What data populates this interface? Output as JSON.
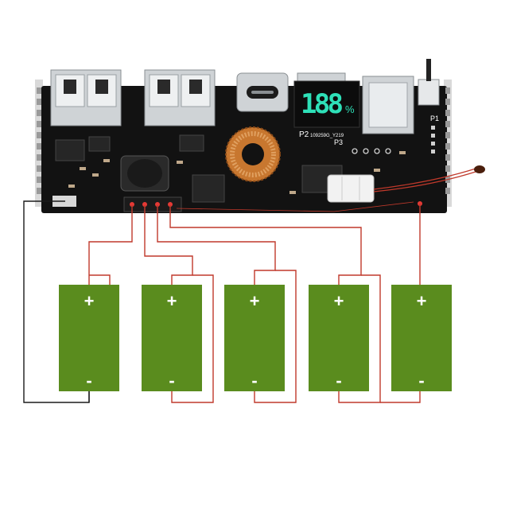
{
  "board": {
    "display_digits": "188",
    "display_unit": "%",
    "label_p1": "P1",
    "label_p2": "P2",
    "label_p2_code": "109259G_Y219",
    "label_p3": "P3"
  },
  "colors": {
    "board": "#111111",
    "wire_red": "#c0392b",
    "wire_black": "#1a1a1a",
    "battery": "#5a8c1e",
    "copper": "#c8772f",
    "display": "#2ee0b8"
  },
  "batteries": [
    {
      "plus": "+",
      "minus": "-"
    },
    {
      "plus": "+",
      "minus": "-"
    },
    {
      "plus": "+",
      "minus": "-"
    },
    {
      "plus": "+",
      "minus": "-"
    },
    {
      "plus": "+",
      "minus": "-"
    }
  ]
}
